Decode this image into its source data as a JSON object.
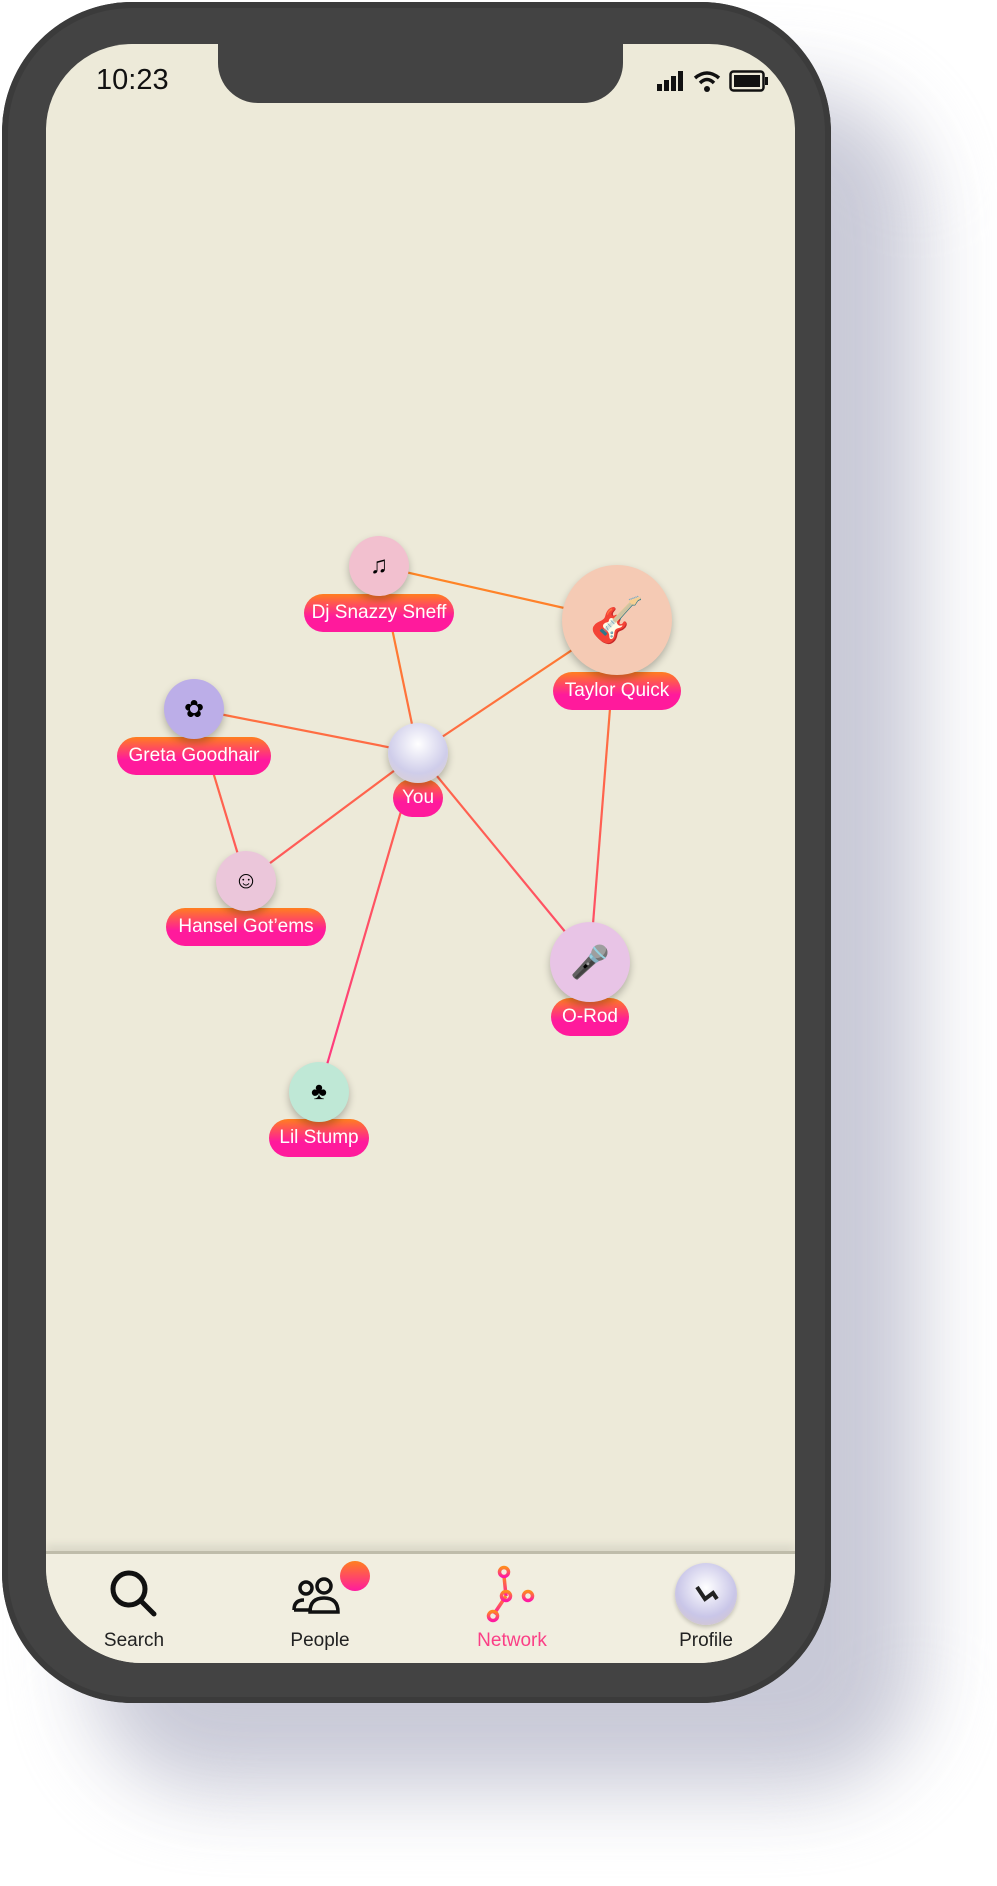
{
  "status_bar": {
    "time": "10:23",
    "icons": [
      "signal-icon",
      "wifi-icon",
      "battery-icon"
    ]
  },
  "network": {
    "nodes": [
      {
        "name": "Dj Snazzy Sneff",
        "color": "#f2c0cf",
        "icon": "dj-avatar"
      },
      {
        "name": "Taylor Quick",
        "color": "#f5cab4",
        "icon": "guitarist-avatar"
      },
      {
        "name": "Greta Goodhair",
        "color": "#bcaee8",
        "icon": "beret-avatar"
      },
      {
        "name": "You",
        "color": "#dcdcf0",
        "icon": "user-photo"
      },
      {
        "name": "Hansel Got’ems",
        "color": "#ebc6da",
        "icon": "bearded-avatar"
      },
      {
        "name": "O-Rod",
        "color": "#e8c4e6",
        "icon": "singer-avatar"
      },
      {
        "name": "Lil Stump",
        "color": "#bfe8d6",
        "icon": "stump-avatar"
      }
    ],
    "edges": [
      [
        "Dj Snazzy Sneff",
        "Taylor Quick"
      ],
      [
        "Dj Snazzy Sneff",
        "You"
      ],
      [
        "Taylor Quick",
        "You"
      ],
      [
        "Greta Goodhair",
        "You"
      ],
      [
        "Greta Goodhair",
        "Hansel Got’ems"
      ],
      [
        "Hansel Got’ems",
        "You"
      ],
      [
        "You",
        "O-Rod"
      ],
      [
        "You",
        "Lil Stump"
      ],
      [
        "Taylor Quick",
        "O-Rod"
      ]
    ],
    "edge_colors": [
      "#ff8a1f",
      "#ff2e8f"
    ]
  },
  "tabs": [
    {
      "label": "Search",
      "icon": "search-icon"
    },
    {
      "label": "People",
      "icon": "people-icon",
      "badge": true
    },
    {
      "label": "Network",
      "icon": "network-icon",
      "active": true
    },
    {
      "label": "Profile",
      "icon": "profile-avatar"
    }
  ],
  "colors": {
    "accent": "#fb3f86",
    "background": "#edead9"
  }
}
